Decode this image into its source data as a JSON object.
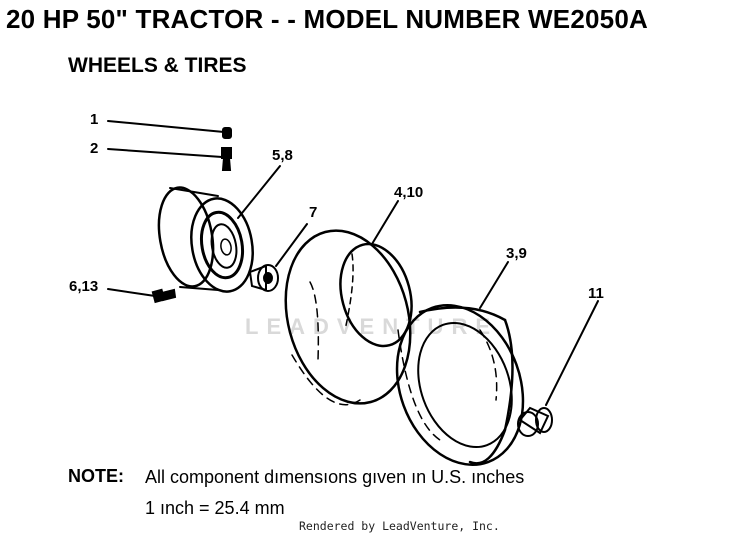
{
  "header": {
    "title": "20 HP 50\" TRACTOR - - MODEL NUMBER WE2050A",
    "subtitle": "WHEELS & TIRES"
  },
  "callouts": {
    "c1": "1",
    "c2": "2",
    "c58": "5,8",
    "c7": "7",
    "c410": "4,10",
    "c39": "3,9",
    "c613": "6,13",
    "c11": "11"
  },
  "note": {
    "label": "NOTE:",
    "text": "All component dımensıons gıven ın U.S. ınches",
    "conversion": "1 ınch = 25.4 mm"
  },
  "watermark": "LEADVENTURE",
  "footer": {
    "credit": "Rendered by LeadVenture, Inc."
  }
}
